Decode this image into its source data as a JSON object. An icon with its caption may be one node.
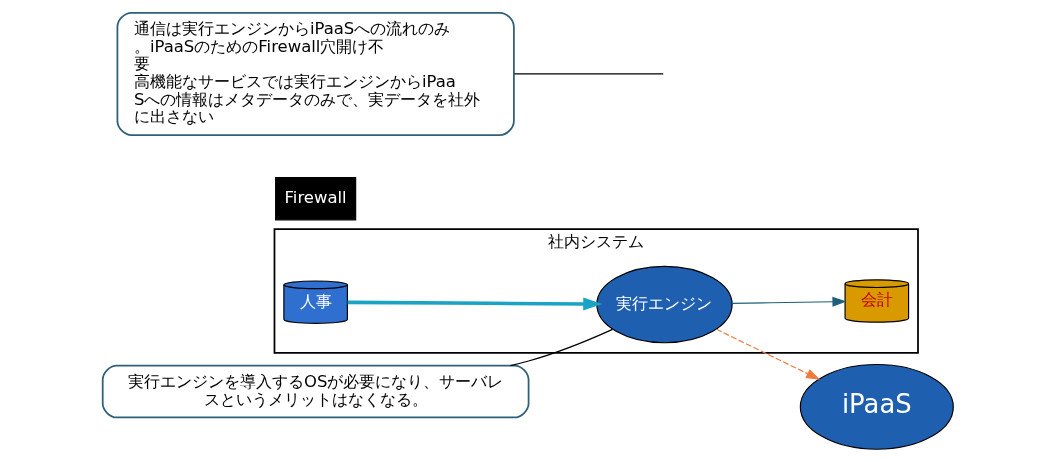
{
  "diagram": {
    "nodes": [
      {
        "text": [
          "社内システム"
        ]
      },
      {
        "text": [
          "人事"
        ],
        "in": 0
      },
      {
        "text": [
          "実行エンジン"
        ],
        "in": 0
      },
      {
        "text": [
          "会計"
        ],
        "in": 0
      },
      {
        "text": [
          "Firewall"
        ]
      },
      {
        "text": [
          "iPaaS"
        ]
      },
      {
        "text": [
          "通信は実行エンジンからiPaaSへの流れのみ。iPaaSのためのFirewall穴開け不要",
          "高機能なサービスでは実行エンジンからiPaaSへの情報はメタデータのみで、実データを社外に出さない"
        ]
      },
      {
        "text": [
          "実行エンジンを導入するOSが必要になり、サーバレスというメリットはなくなる。"
        ]
      }
    ],
    "edges": [
      {
        "from": 1,
        "to": 2,
        "arrow": "to",
        "color": "#1ba3c6",
        "style": "thick"
      },
      {
        "from": 2,
        "to": 3,
        "arrow": "to",
        "color": "#1f5f7a"
      },
      {
        "from": 2,
        "to": 5,
        "arrow": "to",
        "style": "dashed",
        "color": "#f07a3a"
      },
      {
        "from": 6,
        "to": null,
        "arrow": "none"
      },
      {
        "from": 7,
        "to": 2,
        "arrow": "none"
      }
    ]
  }
}
